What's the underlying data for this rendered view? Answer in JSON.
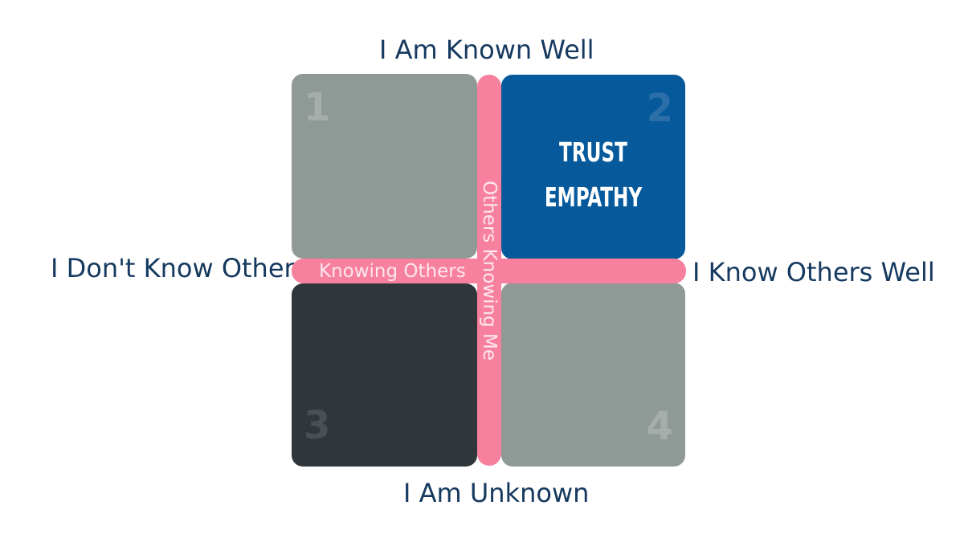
{
  "axes": {
    "top": "I Am Known Well",
    "bottom": "I Am Unknown",
    "left": "I Don't Know Others",
    "right": "I Know Others Well",
    "horizontal_bar": "Knowing Others",
    "vertical_bar": "Others Knowing Me"
  },
  "quadrants": [
    {
      "number": "1",
      "color": "#8f9995",
      "number_color": "#a5aeab"
    },
    {
      "number": "2",
      "color": "#065a9c",
      "number_color": "#2c6fa8",
      "lines": [
        "TRUST",
        "EMPATHY"
      ]
    },
    {
      "number": "3",
      "color": "#31363a",
      "number_color": "#4a4f53"
    },
    {
      "number": "4",
      "color": "#8f9995",
      "number_color": "#a5aeab"
    }
  ],
  "colors": {
    "bar": "#f7809f",
    "axis_text": "#15395f"
  }
}
